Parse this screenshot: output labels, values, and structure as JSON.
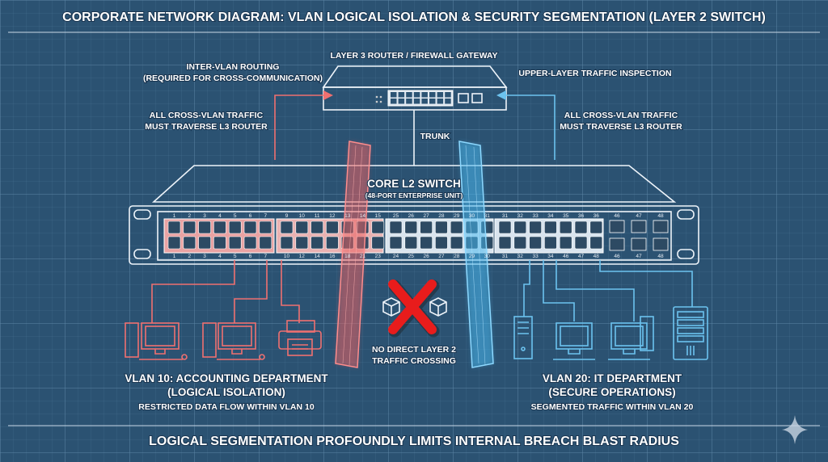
{
  "title": "CORPORATE NETWORK DIAGRAM: VLAN LOGICAL ISOLATION & SECURITY SEGMENTATION (LAYER 2 SWITCH)",
  "router": {
    "label": "LAYER 3 ROUTER / FIREWALL GATEWAY",
    "trunk_label": "TRUNK"
  },
  "left_notes": {
    "routing_line1": "INTER-VLAN ROUTING",
    "routing_line2": "(REQUIRED FOR CROSS-COMMUNICATION)",
    "traverse_line1": "ALL CROSS-VLAN TRAFFIC",
    "traverse_line2": "MUST TRAVERSE L3 ROUTER"
  },
  "right_notes": {
    "inspection": "UPPER-LAYER TRAFFIC INSPECTION",
    "traverse_line1": "ALL CROSS-VLAN TRAFFIC",
    "traverse_line2": "MUST TRAVERSE L3 ROUTER"
  },
  "switch": {
    "label": "CORE L2 SWITCH",
    "sublabel": "(48-PORT ENTERPRISE UNIT)",
    "top_port_labels": [
      "1",
      "2",
      "3",
      "4",
      "5",
      "6",
      "7",
      "9",
      "10",
      "11",
      "12",
      "13",
      "14",
      "15",
      "25",
      "26",
      "27",
      "28",
      "29",
      "30",
      "31",
      "31",
      "32",
      "33",
      "34",
      "35",
      "36",
      "36"
    ],
    "bottom_port_labels": [
      "1",
      "2",
      "3",
      "4",
      "5",
      "6",
      "7",
      "10",
      "12",
      "14",
      "16",
      "18",
      "21",
      "23",
      "24",
      "25",
      "26",
      "27",
      "28",
      "29",
      "30",
      "31",
      "32",
      "33",
      "34",
      "46",
      "47",
      "48"
    ],
    "sfp_top_labels": [
      "46",
      "47",
      "48"
    ],
    "sfp_bottom_labels": [
      "46",
      "47",
      "48"
    ]
  },
  "barrier": {
    "line1": "NO DIRECT LAYER 2",
    "line2": "TRAFFIC CROSSING"
  },
  "vlan10": {
    "title_line1": "VLAN 10: ACCOUNTING DEPARTMENT",
    "title_line2": "(LOGICAL ISOLATION)",
    "subtitle": "RESTRICTED DATA FLOW WITHIN VLAN 10",
    "color": "#f07070"
  },
  "vlan20": {
    "title_line1": "VLAN 20: IT DEPARTMENT",
    "title_line2": "(SECURE OPERATIONS)",
    "subtitle": "SEGMENTED TRAFFIC WITHIN VLAN 20",
    "color": "#6cc3ef"
  },
  "footer": "LOGICAL SEGMENTATION PROFOUNDLY LIMITS INTERNAL BREACH BLAST RADIUS"
}
